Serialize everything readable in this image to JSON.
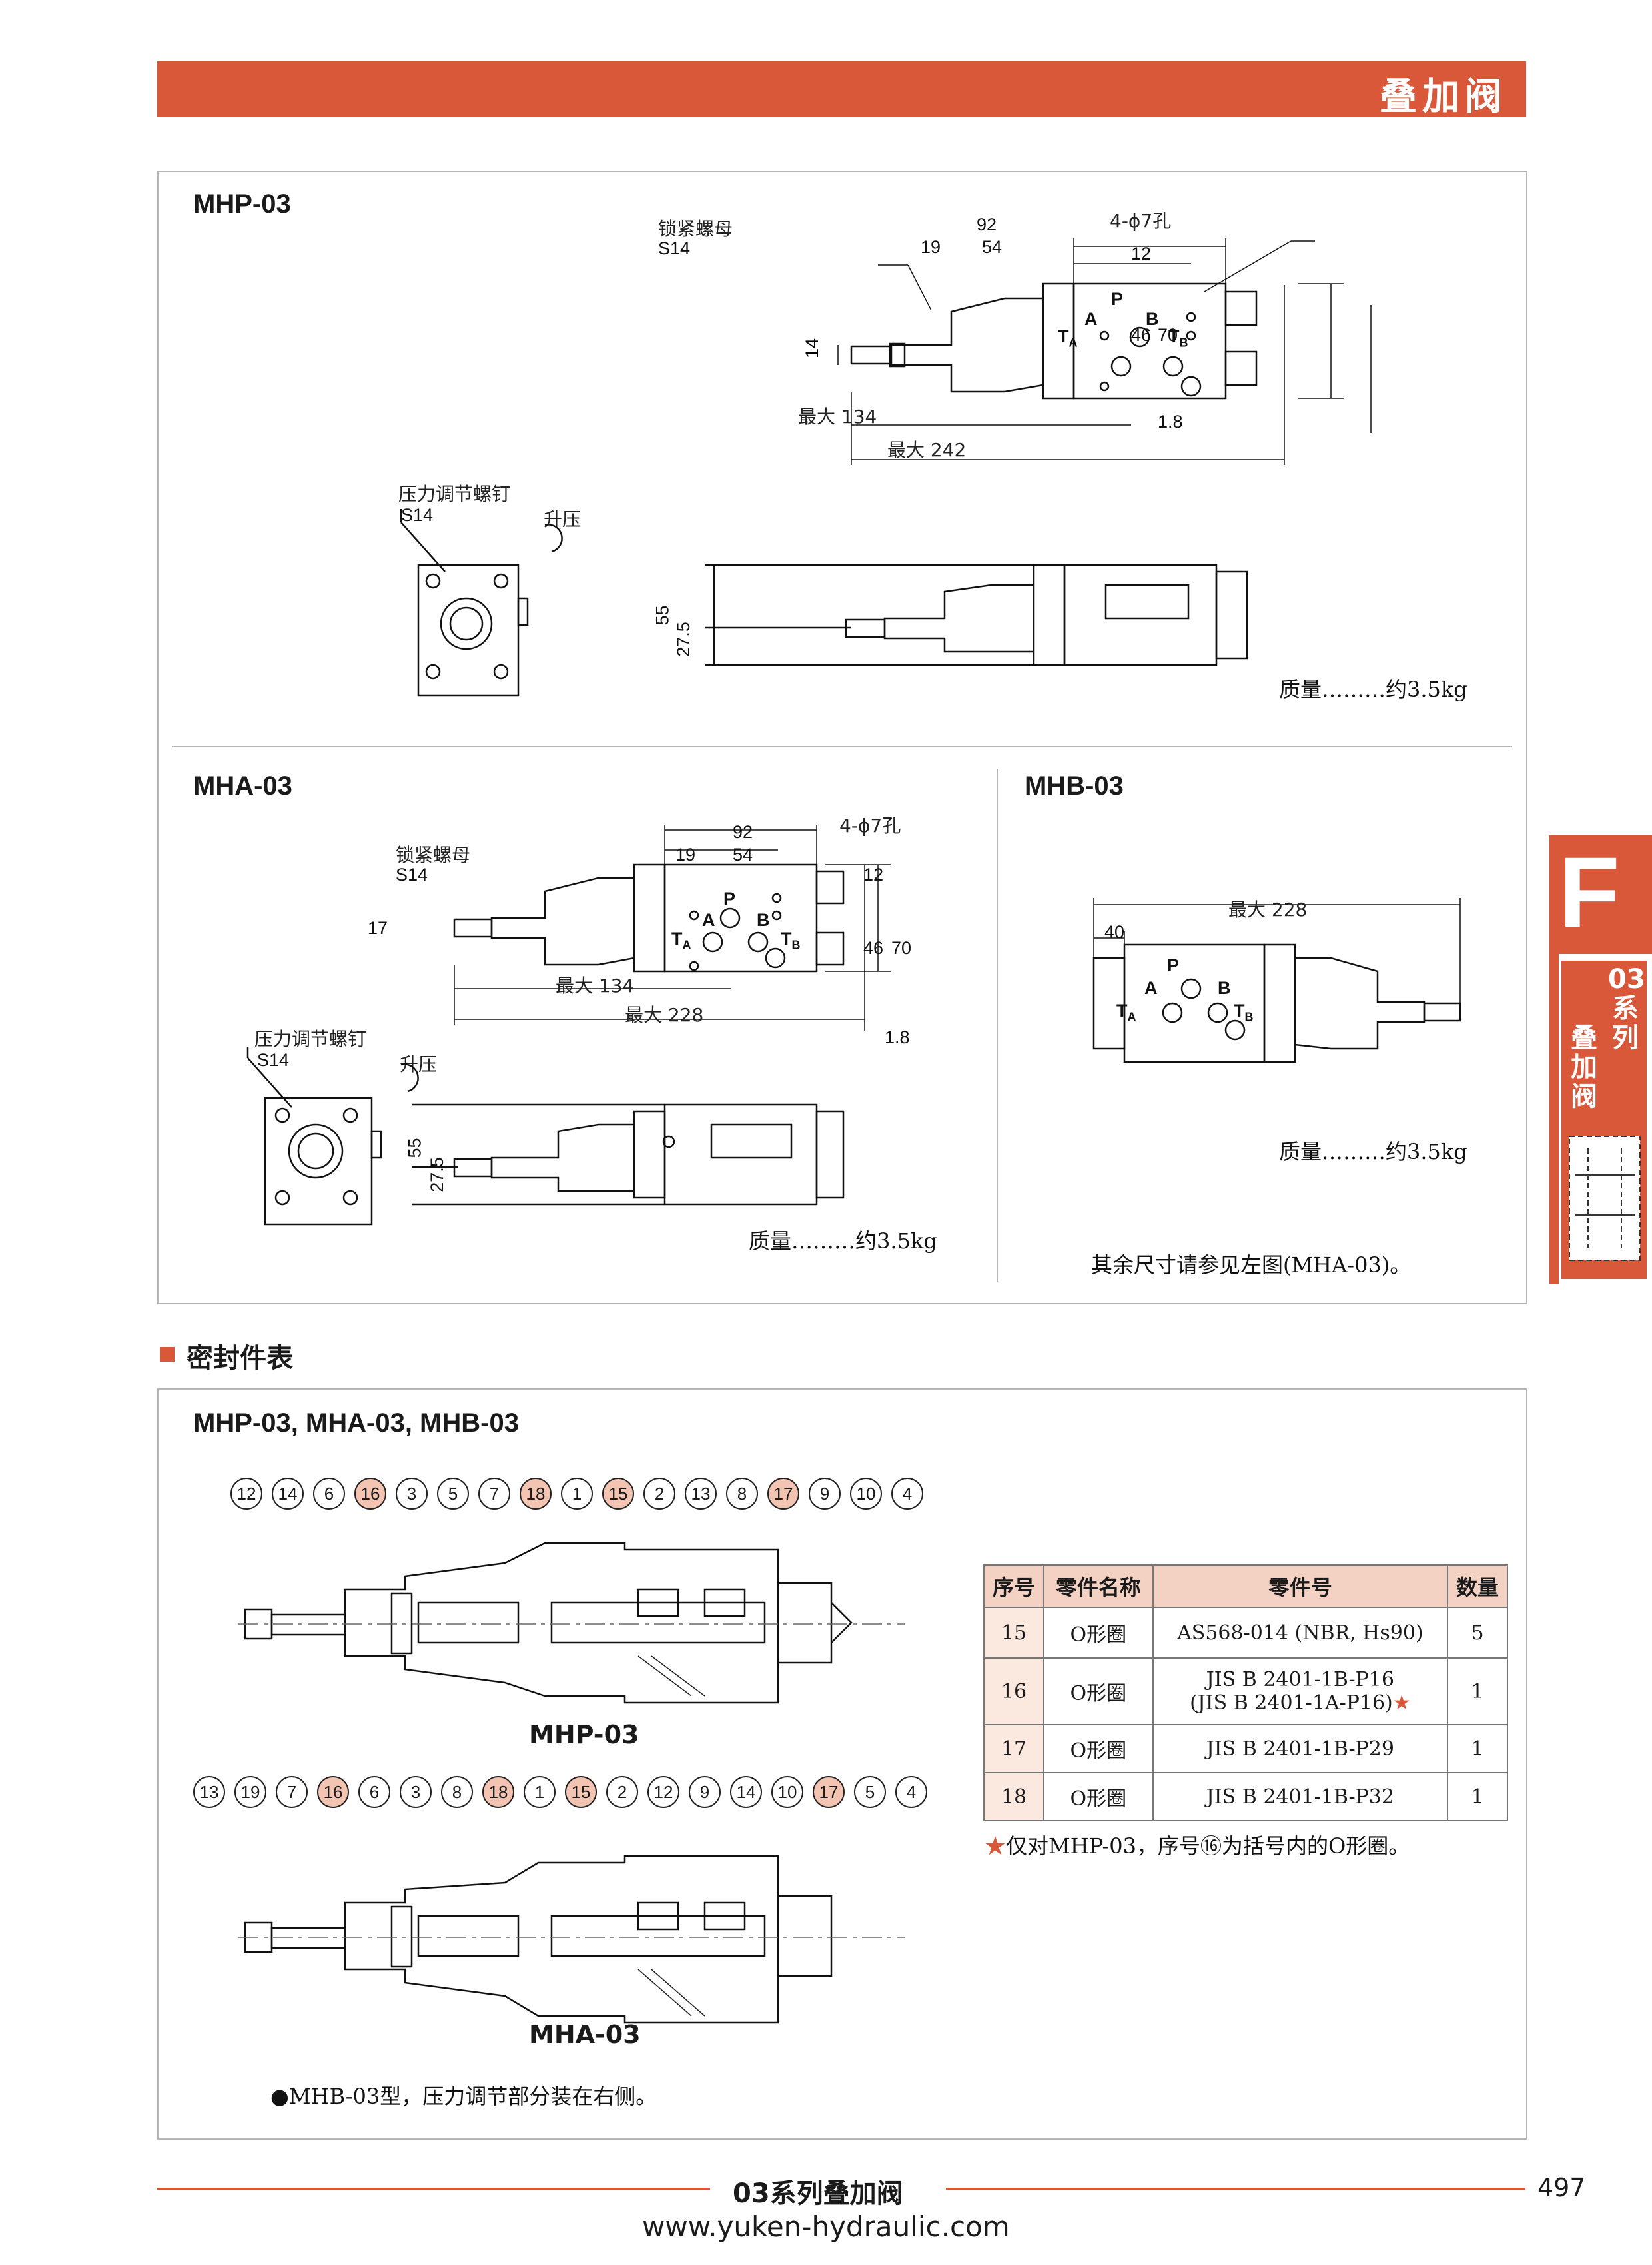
{
  "header": {
    "title": "叠加阀"
  },
  "side_tab": {
    "letter": "F",
    "series": "03",
    "series_suffix": "系列",
    "category": "叠加阀"
  },
  "mhp": {
    "model": "MHP-03",
    "lock_nut": "锁紧螺母",
    "lock_nut_size": "S14",
    "adjust_screw": "压力调节螺钉",
    "adjust_size": "S14",
    "raise": "升压",
    "holes": "4-ϕ7孔",
    "dims": {
      "d92": "92",
      "d19": "19",
      "d54": "54",
      "d12": "12",
      "d14": "14",
      "d46": "46",
      "d70": "70",
      "d18": "1.8",
      "max134": "最大 134",
      "max242": "最大 242",
      "d55": "55",
      "d275": "27.5"
    },
    "ports": {
      "p": "P",
      "a": "A",
      "b": "B",
      "ta": "T",
      "ta_sub": "A",
      "tb": "T",
      "tb_sub": "B"
    },
    "mass": "质量………约3.5kg"
  },
  "mha": {
    "model": "MHA-03",
    "lock_nut": "锁紧螺母",
    "lock_nut_size": "S14",
    "adjust_screw": "压力调节螺钉",
    "adjust_size": "S14",
    "raise": "升压",
    "holes": "4-ϕ7孔",
    "dims": {
      "d92": "92",
      "d19": "19",
      "d54": "54",
      "d12": "12",
      "d17": "17",
      "d46": "46",
      "d70": "70",
      "d18": "1.8",
      "max134": "最大 134",
      "max228": "最大 228",
      "d55": "55",
      "d275": "27.5"
    },
    "ports": {
      "p": "P",
      "a": "A",
      "b": "B",
      "ta": "T",
      "ta_sub": "A",
      "tb": "T",
      "tb_sub": "B"
    },
    "mass": "质量………约3.5kg"
  },
  "mhb": {
    "model": "MHB-03",
    "dims": {
      "max228": "最大 228",
      "d40": "40"
    },
    "ports": {
      "p": "P",
      "a": "A",
      "b": "B",
      "ta": "T",
      "ta_sub": "A",
      "tb": "T",
      "tb_sub": "B"
    },
    "mass": "质量………约3.5kg",
    "note": "其余尺寸请参见左图(MHA-03)。"
  },
  "seals": {
    "section_title": "密封件表",
    "models_title": "MHP-03, MHA-03, MHB-03",
    "mhp_label": "MHP-03",
    "mha_label": "MHA-03",
    "mhp_callouts": [
      "12",
      "14",
      "6",
      "16",
      "3",
      "5",
      "7",
      "18",
      "1",
      "15",
      "2",
      "13",
      "8",
      "17",
      "9",
      "10",
      "4"
    ],
    "mha_callouts": [
      "13",
      "19",
      "7",
      "16",
      "6",
      "3",
      "8",
      "18",
      "1",
      "15",
      "2",
      "12",
      "9",
      "14",
      "10",
      "17",
      "5",
      "4"
    ],
    "highlighted": [
      "15",
      "16",
      "17",
      "18"
    ],
    "table_headers": [
      "序号",
      "零件名称",
      "零件号",
      "数量"
    ],
    "rows": [
      {
        "seq": "15",
        "name": "O形圈",
        "part": "AS568-014 (NBR, Hs90)",
        "part2": "",
        "qty": "5"
      },
      {
        "seq": "16",
        "name": "O形圈",
        "part": "JIS B 2401-1B-P16",
        "part2": "(JIS B 2401-1A-P16)",
        "qty": "1"
      },
      {
        "seq": "17",
        "name": "O形圈",
        "part": "JIS B 2401-1B-P29",
        "part2": "",
        "qty": "1"
      },
      {
        "seq": "18",
        "name": "O形圈",
        "part": "JIS B 2401-1B-P32",
        "part2": "",
        "qty": "1"
      }
    ],
    "star": "★",
    "star_note": "仅对MHP-03，序号⑯为括号内的O形圈。",
    "mhb_note": "●MHB-03型，压力调节部分装在右侧。"
  },
  "footer": {
    "title": "03系列叠加阀",
    "page": "497",
    "url": "www.yuken-hydraulic.com"
  }
}
